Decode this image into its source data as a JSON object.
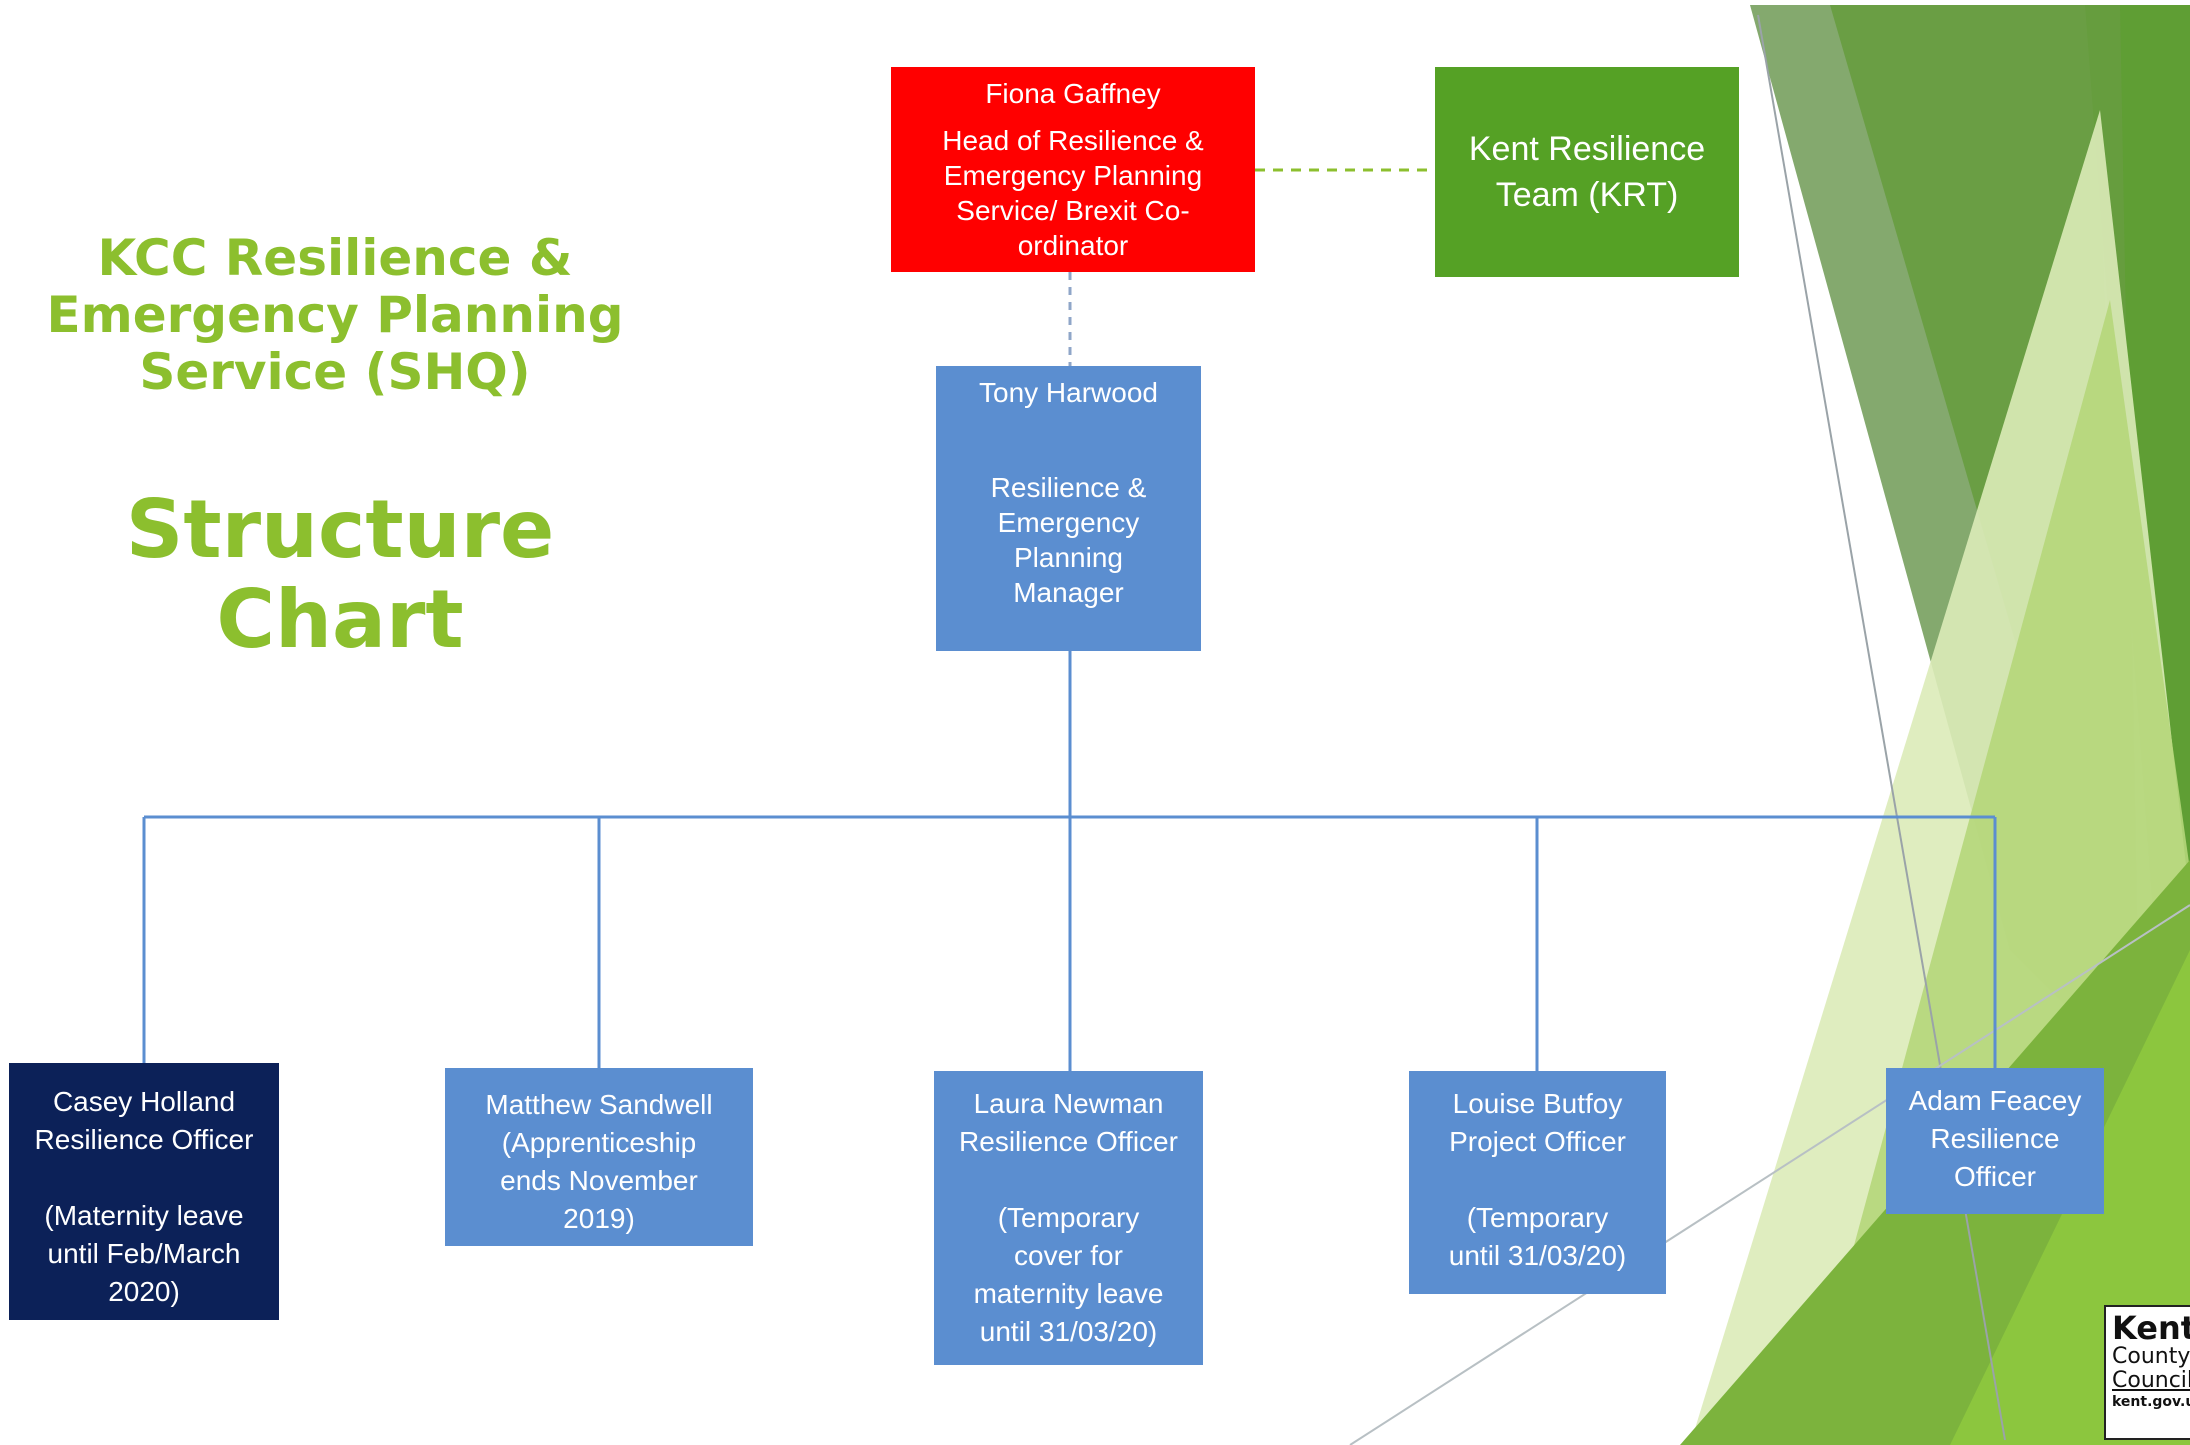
{
  "title": {
    "line1": "KCC Resilience &\nEmergency Planning\nService (SHQ)",
    "line2": "Structure Chart"
  },
  "nodes": {
    "head": {
      "name": "Fiona Gaffney",
      "role": "Head of Resilience &\nEmergency Planning\nService/ Brexit Co-\nordinator",
      "color": "#ff0000"
    },
    "krt": {
      "label": "Kent Resilience\nTeam (KRT)",
      "color": "#55a125"
    },
    "manager": {
      "name": "Tony Harwood",
      "role": "Resilience &\nEmergency\nPlanning\nManager",
      "color": "#5b8ed0"
    },
    "casey": {
      "text": "Casey Holland\nResilience Officer\n\n(Maternity leave\nuntil Feb/March\n2020)",
      "color": "#0c2158"
    },
    "matthew": {
      "text": "Matthew Sandwell\n(Apprenticeship\nends November\n2019)",
      "color": "#5b8ed0"
    },
    "laura": {
      "text": "Laura Newman\nResilience Officer\n\n(Temporary\ncover for\nmaternity leave\nuntil 31/03/20)",
      "color": "#5b8ed0"
    },
    "louise": {
      "text": "Louise Butfoy\nProject Officer\n\n(Temporary\nuntil 31/03/20)",
      "color": "#5b8ed0"
    },
    "adam": {
      "text": "Adam Feacey\nResilience\nOfficer",
      "color": "#5b8ed0"
    }
  },
  "logo": {
    "line1": "Kent",
    "line2": "County",
    "line3": "Council",
    "line4": "kent.gov.uk"
  },
  "colors": {
    "title": "#8cbf2e",
    "connector": "#5b8ed0",
    "dashed_green": "#8cbf2e"
  }
}
